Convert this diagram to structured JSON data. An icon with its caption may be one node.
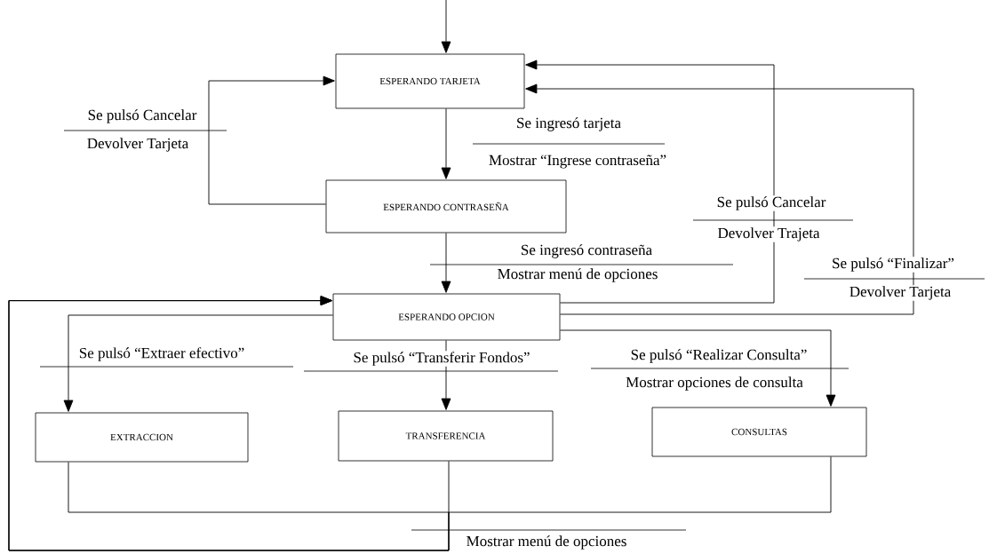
{
  "diagram": {
    "nodes": [
      {
        "text": [
          "ESPERANDO TARJETA"
        ]
      },
      {
        "text": [
          "ESPERANDO CONTRASEÑA"
        ]
      },
      {
        "text": [
          "ESPERANDO OPCION"
        ]
      },
      {
        "text": [
          "EXTRACCION"
        ]
      },
      {
        "text": [
          "TRANSFERENCIA"
        ]
      },
      {
        "text": [
          "CONSULTAS"
        ]
      }
    ],
    "edges": [
      {
        "from": null,
        "to": 0,
        "arrow": "to"
      },
      {
        "from": 0,
        "to": 1,
        "arrow": "to",
        "label": "Se ingresó tarjeta"
      },
      {
        "from": 1,
        "to": 0,
        "arrow": "to",
        "label": "Se pulsó Cancelar"
      },
      {
        "from": 1,
        "to": 2,
        "arrow": "to",
        "label": "Se ingresó contraseña"
      },
      {
        "from": 2,
        "to": 0,
        "arrow": "to",
        "label": "Se pulsó Cancelar"
      },
      {
        "from": 2,
        "to": 0,
        "arrow": "to",
        "label": "Se pulsó “Finalizar”"
      },
      {
        "from": 2,
        "to": 3,
        "arrow": "to",
        "label": "Se pulsó “Extraer efectivo”"
      },
      {
        "from": 2,
        "to": 4,
        "arrow": "to",
        "label": "Se pulsó “Transferir Fondos”"
      },
      {
        "from": 2,
        "to": 5,
        "arrow": "to",
        "label": "Se pulsó “Realizar Consulta”"
      },
      {
        "from": 3,
        "to": 2,
        "arrow": "to"
      },
      {
        "from": 4,
        "to": 2,
        "arrow": "to",
        "label": "Mostrar menú de opciones"
      },
      {
        "from": 5,
        "to": 2,
        "arrow": "to"
      }
    ],
    "labels": [
      "Devolver Tarjeta",
      "Mostrar “Ingrese contraseña”",
      "Devolver Trajeta",
      "Mostrar menú de opciones",
      "Devolver Tarjeta",
      "Mostrar opciones de consulta"
    ]
  }
}
